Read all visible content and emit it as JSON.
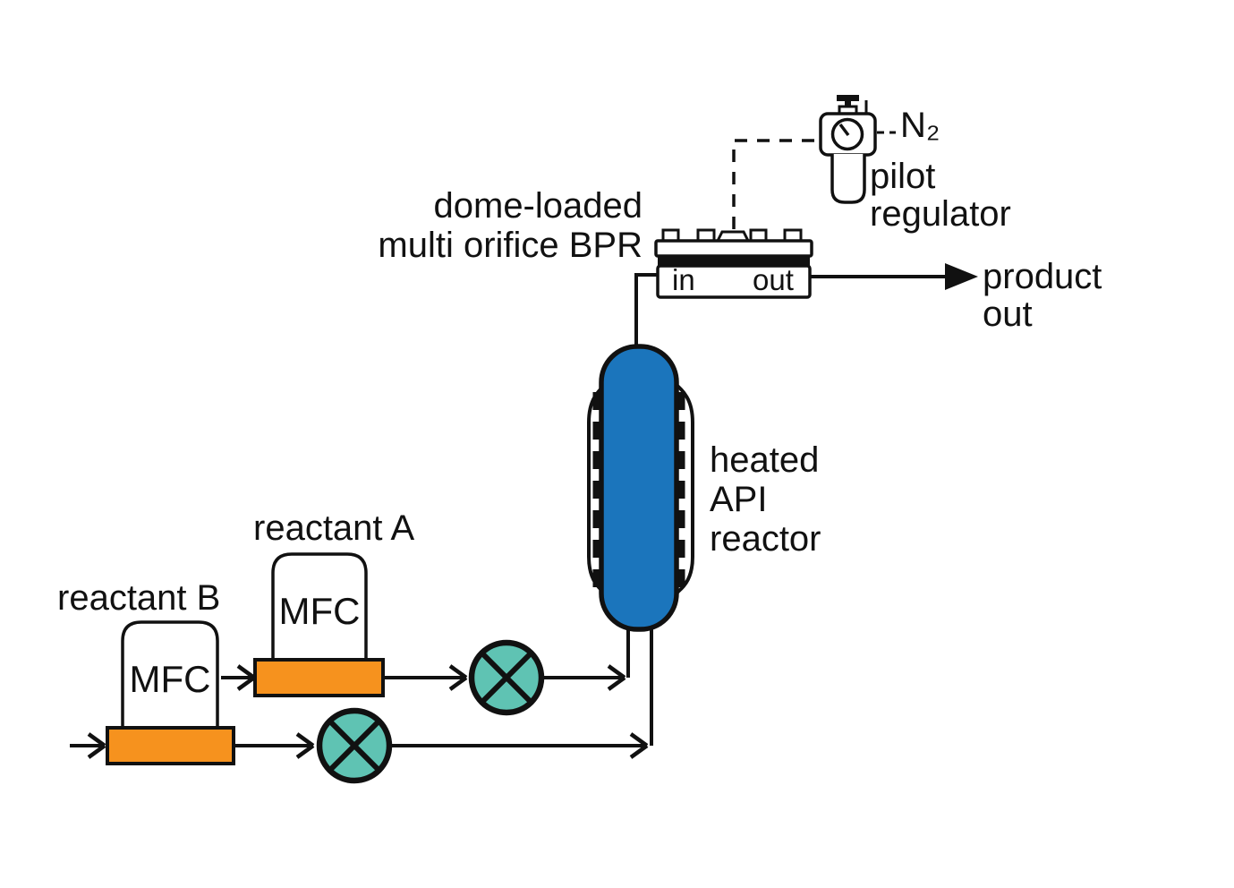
{
  "labels": {
    "bpr": {
      "line1": "dome-loaded",
      "line2": "multi orifice BPR"
    },
    "pilot": {
      "line1": "pilot",
      "line2": "regulator"
    },
    "n2": "N₂",
    "product": {
      "line1": "product",
      "line2": "out"
    },
    "reactor": {
      "line1": "heated",
      "line2": "API",
      "line3": "reactor"
    },
    "reactant_a": "reactant A",
    "reactant_b": "reactant B",
    "mfc_a": "MFC",
    "mfc_b": "MFC",
    "bpr_ports": {
      "in": "in",
      "out": "out"
    }
  },
  "icons": {
    "mfc_a": "mass-flow-controller-icon",
    "mfc_b": "mass-flow-controller-icon",
    "mixer_a": "mixer-icon",
    "mixer_b": "mixer-icon",
    "reactor": "heated-reactor-vessel-icon",
    "bpr": "back-pressure-regulator-icon",
    "pilot_regulator": "pilot-regulator-icon"
  },
  "colors": {
    "reactor_fill": "#1B75BC",
    "mixer_fill": "#5FC3B3",
    "mfc_fill": "#F6921E",
    "line": "#111111",
    "background": "#FFFFFF"
  }
}
